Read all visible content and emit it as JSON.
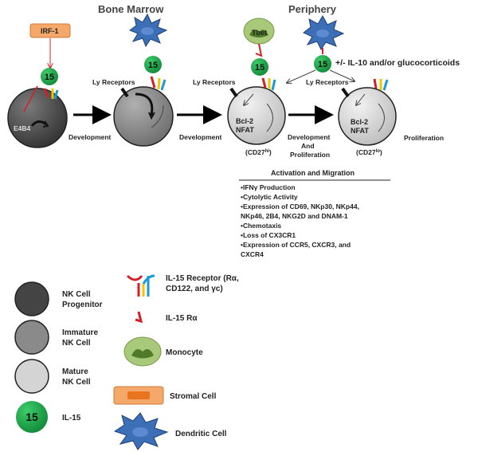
{
  "headings": {
    "bone_marrow": "Bone Marrow",
    "periphery": "Periphery"
  },
  "top": {
    "irf1": "IRF-1",
    "tbet": "Tbet",
    "il15": "15",
    "il10_note": "+/- IL-10 and/or glucocorticoids",
    "e4bp4": "E4B4"
  },
  "receptor_labels": [
    "Ly Receptors",
    "Ly Receptors",
    "Ly Receptors"
  ],
  "transitions": [
    "Development",
    "Development",
    "Development",
    "And",
    "Proliferation",
    "Proliferation"
  ],
  "cell_text": {
    "bcl2": "Bcl-2",
    "nfat": "NFAT",
    "cd27_hi_base": "(CD27",
    "cd27_hi_sup": "hi",
    "cd27_lo_base": "(CD27",
    "cd27_lo_sup": "lo",
    "close": ")"
  },
  "activation": {
    "title": "Activation and Migration",
    "items": [
      "•IFNγ Production",
      "•Cytolytic Activity",
      "•Expression of CD69, NKp30, NKp44,",
      "NKp46, 2B4, NKG2D and DNAM-1",
      "•Chemotaxis",
      "•Loss of CX3CR1",
      "•Expression of CCR5, CXCR3, and",
      "CXCR4"
    ]
  },
  "legend_left": [
    {
      "lines": [
        "NK Cell",
        "Progenitor"
      ],
      "color": "#444444"
    },
    {
      "lines": [
        "Immature",
        "NK Cell"
      ],
      "color": "#8a8a8a"
    },
    {
      "lines": [
        "Mature",
        "NK Cell"
      ],
      "color": "#d4d4d4"
    },
    {
      "lines": [
        "IL-15"
      ],
      "badge": "15",
      "color": "#1fa64a"
    }
  ],
  "legend_right": [
    {
      "lines": [
        "IL-15 Receptor (Rα,",
        "CD122, and γc)"
      ]
    },
    {
      "lines": [
        "IL-15 Rα"
      ]
    },
    {
      "lines": [
        "Monocyte"
      ]
    },
    {
      "lines": [
        "Stromal Cell"
      ]
    },
    {
      "lines": [
        "Dendritic Cell"
      ]
    }
  ],
  "colors": {
    "il15_green": "#1fa64a",
    "receptor_red": "#d32027",
    "receptor_yellow": "#f2c500",
    "receptor_blue": "#1b9ad6",
    "stromal_orange": "#f4a86a",
    "stromal_core": "#e8741e",
    "monocyte_green": "#a9c97a",
    "dendritic_blue": "#3d6fb6"
  }
}
